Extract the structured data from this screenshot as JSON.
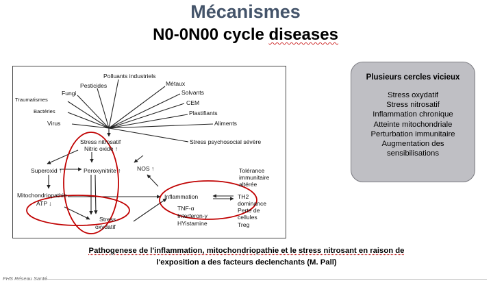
{
  "slide": {
    "title": "Mécanismes",
    "subtitle_prefix": "N0-0N00 cycle ",
    "subtitle_squiggle": "diseases"
  },
  "figure": {
    "sources": [
      "Polluants industriels",
      "Métaux",
      "Pesticides",
      "Solvants",
      "Fungi",
      "Traumatismes",
      "CEM",
      "Bactéries",
      "Plastifiants",
      "Virus",
      "Aliments",
      "Stress psychosocial sévère"
    ],
    "nodes": {
      "stress_nitrosatif": "Stress nitrosatif",
      "nitric_oxide": "Nitric oxide ↑",
      "superoxid": "Superoxid ↑",
      "peroxynitrite": "Peroxynitrite ↑",
      "nos": "NOS ↑",
      "mitochondriopathie": "Mitochondriopathie",
      "atp": "ATP ↓",
      "inflammation": "Inflammation",
      "th2_dominance": [
        "TH2",
        "dominance"
      ],
      "tnf": "TNF-α",
      "interferon": "Interferon-γ",
      "histamine": "HYistamine",
      "stress_oxydatif": [
        "Stress",
        "oxydatif"
      ],
      "tolerance": [
        "Tolérance",
        "immunitaire",
        "altérée"
      ],
      "perte_cellules": [
        "Perte de",
        "cellules"
      ],
      "treg": "Treg"
    },
    "highlight_color": "#c00000"
  },
  "vicious_box": {
    "title": "Plusieurs cercles vicieux",
    "items": [
      "Stress oxydatif",
      "Stress nitrosatif",
      "Inflammation chronique",
      "Atteinte mitochondriale",
      "Perturbation immunitaire",
      "Augmentation des",
      "sensibilisations"
    ]
  },
  "caption": {
    "line1": "Pathogenese de l'inflammation, mitochondriopathie et le stress nitrosant en raison de",
    "line2": "l'exposition a des facteurs declenchants (M. Pall)"
  },
  "footer": {
    "left": "FHS Réseau Santé"
  }
}
